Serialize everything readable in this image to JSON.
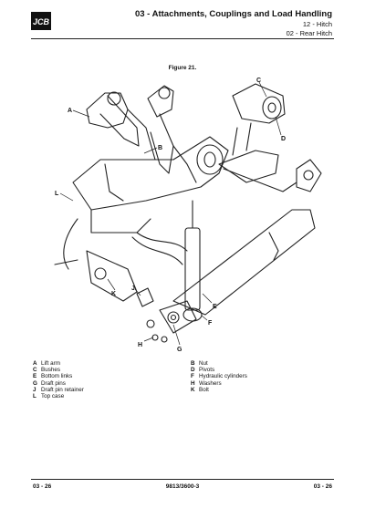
{
  "header": {
    "brand": "JCB",
    "title": "03 - Attachments, Couplings and Load Handling",
    "subtitle1": "12 - Hitch",
    "subtitle2": "02 - Rear Hitch"
  },
  "figure": {
    "caption": "Figure 21.",
    "callouts": [
      "A",
      "B",
      "C",
      "D",
      "E",
      "F",
      "G",
      "H",
      "J",
      "K",
      "L"
    ]
  },
  "legend": {
    "left": [
      {
        "key": "A",
        "label": "Lift arm"
      },
      {
        "key": "C",
        "label": "Bushes"
      },
      {
        "key": "E",
        "label": "Bottom links"
      },
      {
        "key": "G",
        "label": "Draft pins"
      },
      {
        "key": "J",
        "label": "Draft pin retainer"
      },
      {
        "key": "L",
        "label": "Top case"
      }
    ],
    "right": [
      {
        "key": "B",
        "label": "Nut"
      },
      {
        "key": "D",
        "label": "Pivots"
      },
      {
        "key": "F",
        "label": "Hydraulic cylinders"
      },
      {
        "key": "H",
        "label": "Washers"
      },
      {
        "key": "K",
        "label": "Bolt"
      }
    ]
  },
  "footer": {
    "left": "03 - 26",
    "center": "9813/3600-3",
    "right": "03 - 26"
  }
}
